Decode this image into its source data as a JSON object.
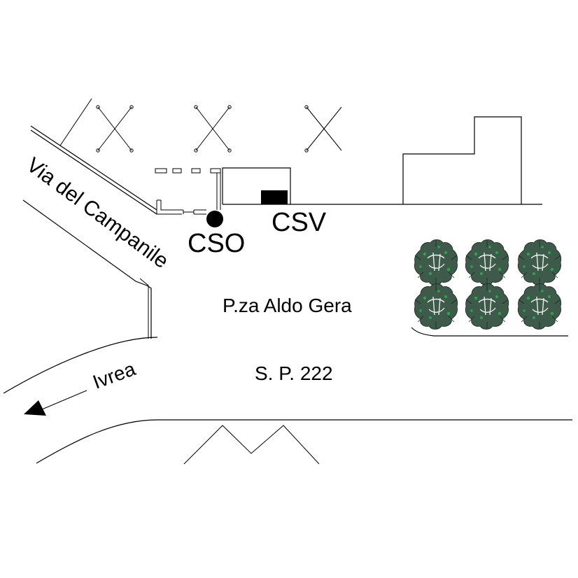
{
  "labels": {
    "street": "Via del Campanile",
    "square": "P.za Aldo Gera",
    "road": "S. P. 222",
    "direction": "Ivrea",
    "cso": "CSO",
    "csv": "CSV"
  },
  "colors": {
    "ink": "#000000",
    "foliage": "#3d5a4a",
    "foliage_highlight": "#2fa34a",
    "background": "#ffffff"
  },
  "icons": {
    "cso_marker": "filled-circle-icon",
    "csv_marker": "filled-rectangle-icon",
    "direction_arrow": "arrow-left-icon",
    "bush": "bush-icon",
    "post": "x-cross-icon"
  }
}
